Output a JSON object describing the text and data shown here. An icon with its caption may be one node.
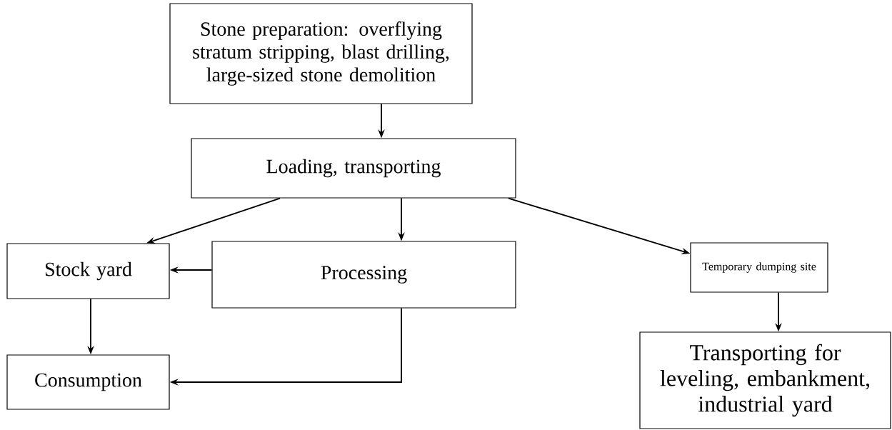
{
  "diagram": {
    "nodes": [
      {
        "text": [
          "Stone preparation: overflying stratum stripping, blast drilling, large-sized stone demolition"
        ]
      },
      {
        "text": [
          "Loading, transporting"
        ]
      },
      {
        "text": [
          "Stock yard"
        ]
      },
      {
        "text": [
          "Processing"
        ]
      },
      {
        "text": [
          "Temporary dumping site"
        ]
      },
      {
        "text": [
          "Consumption"
        ]
      },
      {
        "text": [
          "Transporting for leveling, embankment, industrial yard"
        ]
      }
    ],
    "edges": [
      {
        "from": 0,
        "to": 1,
        "arrow": "to"
      },
      {
        "from": 1,
        "to": 2,
        "arrow": "to"
      },
      {
        "from": 1,
        "to": 3,
        "arrow": "to"
      },
      {
        "from": 1,
        "to": 4,
        "arrow": "to"
      },
      {
        "from": 3,
        "to": 2,
        "arrow": "to"
      },
      {
        "from": 2,
        "to": 5,
        "arrow": "to"
      },
      {
        "from": 3,
        "to": 5,
        "arrow": "to"
      },
      {
        "from": 4,
        "to": 6,
        "arrow": "to"
      }
    ]
  }
}
